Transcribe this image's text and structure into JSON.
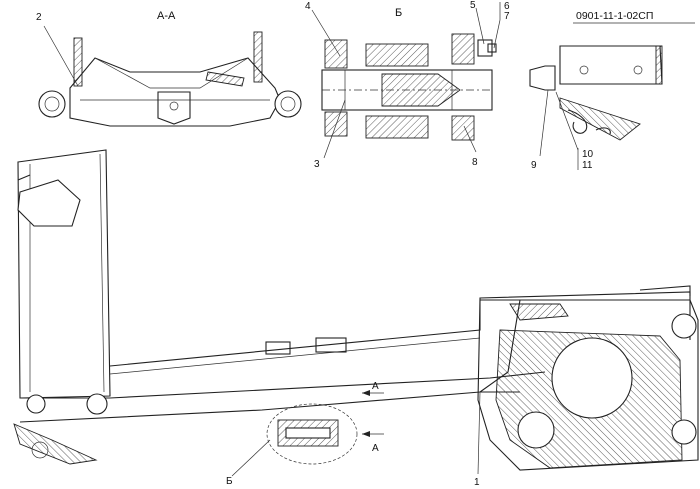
{
  "drawing_code": "0901-11-1-02СП",
  "views": {
    "section_aa_title": "А-А",
    "detail_b_title": "Б"
  },
  "callouts": {
    "c1": "1",
    "c2": "2",
    "c3": "3",
    "c4": "4",
    "c5": "5",
    "c6": "6",
    "c7": "7",
    "c8": "8",
    "c9": "9",
    "c10": "10",
    "c11": "11"
  },
  "markers": {
    "section_arrow_top": "А",
    "section_arrow_bottom": "А",
    "detail_ref": "Б"
  }
}
